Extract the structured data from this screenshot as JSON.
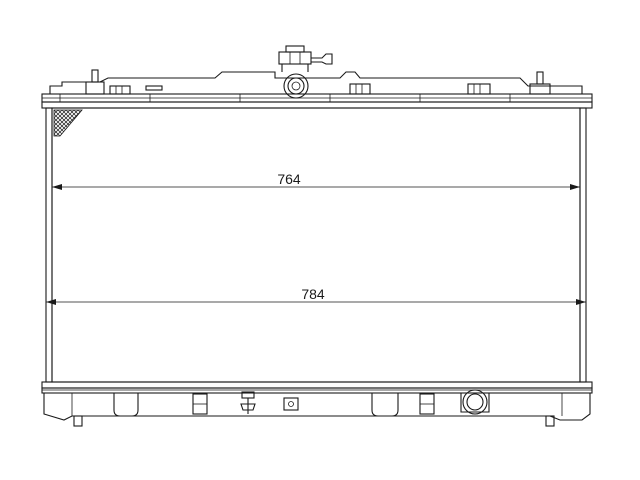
{
  "drawing": {
    "dimensions": [
      {
        "label": "764",
        "value": 764
      },
      {
        "label": "784",
        "value": 784
      }
    ],
    "colors": {
      "line": "#1a1a1a",
      "background": "#ffffff"
    }
  }
}
